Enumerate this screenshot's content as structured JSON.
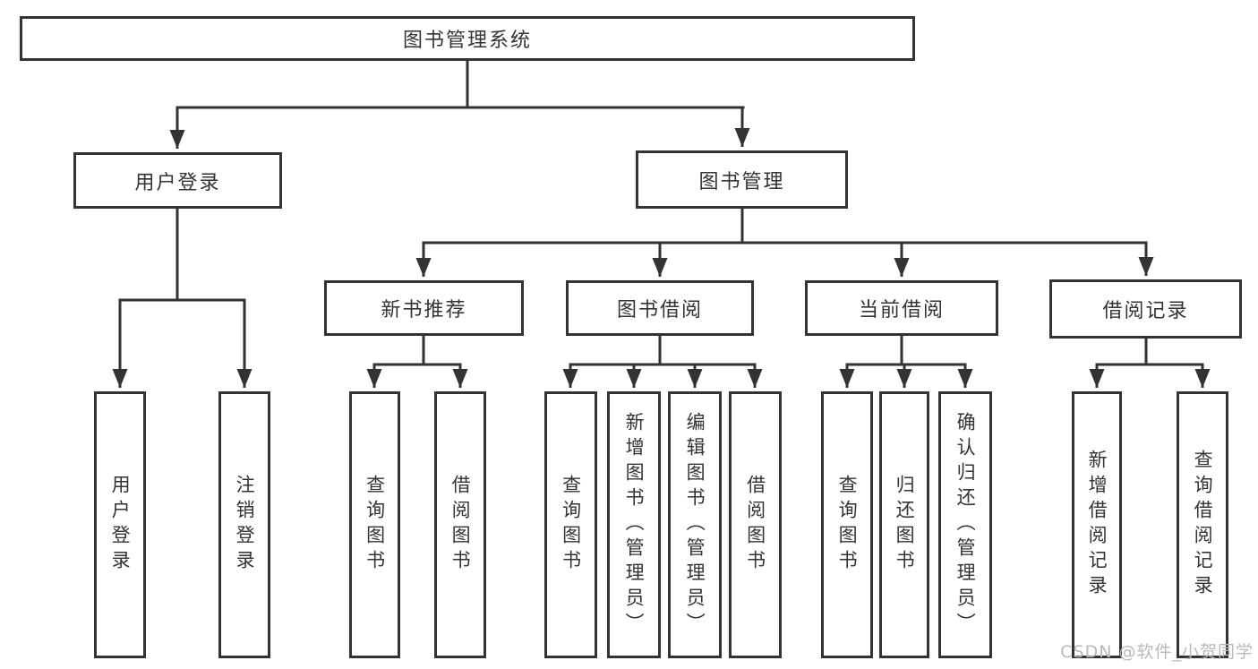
{
  "nodes": {
    "root": {
      "label": "图书管理系统"
    },
    "level2": [
      {
        "label": "用户登录"
      },
      {
        "label": "图书管理"
      }
    ],
    "level3": [
      {
        "label": "新书推荐"
      },
      {
        "label": "图书借阅"
      },
      {
        "label": "当前借阅"
      },
      {
        "label": "借阅记录"
      }
    ],
    "leaves": [
      {
        "label": "用户登录"
      },
      {
        "label": "注销登录"
      },
      {
        "label": "查询图书"
      },
      {
        "label": "借阅图书"
      },
      {
        "label": "查询图书"
      },
      {
        "label": "新增图书（管理员）"
      },
      {
        "label": "编辑图书（管理员）"
      },
      {
        "label": "借阅图书"
      },
      {
        "label": "查询图书"
      },
      {
        "label": "归还图书"
      },
      {
        "label": "确认归还（管理员）"
      },
      {
        "label": "新增借阅记录"
      },
      {
        "label": "查询借阅记录"
      }
    ]
  },
  "watermark": {
    "text": "CSDN @软件_小贺同学"
  },
  "colors": {
    "line": "#333333",
    "box_border": "#333333",
    "text": "#333333",
    "watermark": "#b9b9b9",
    "background": "#ffffff"
  }
}
